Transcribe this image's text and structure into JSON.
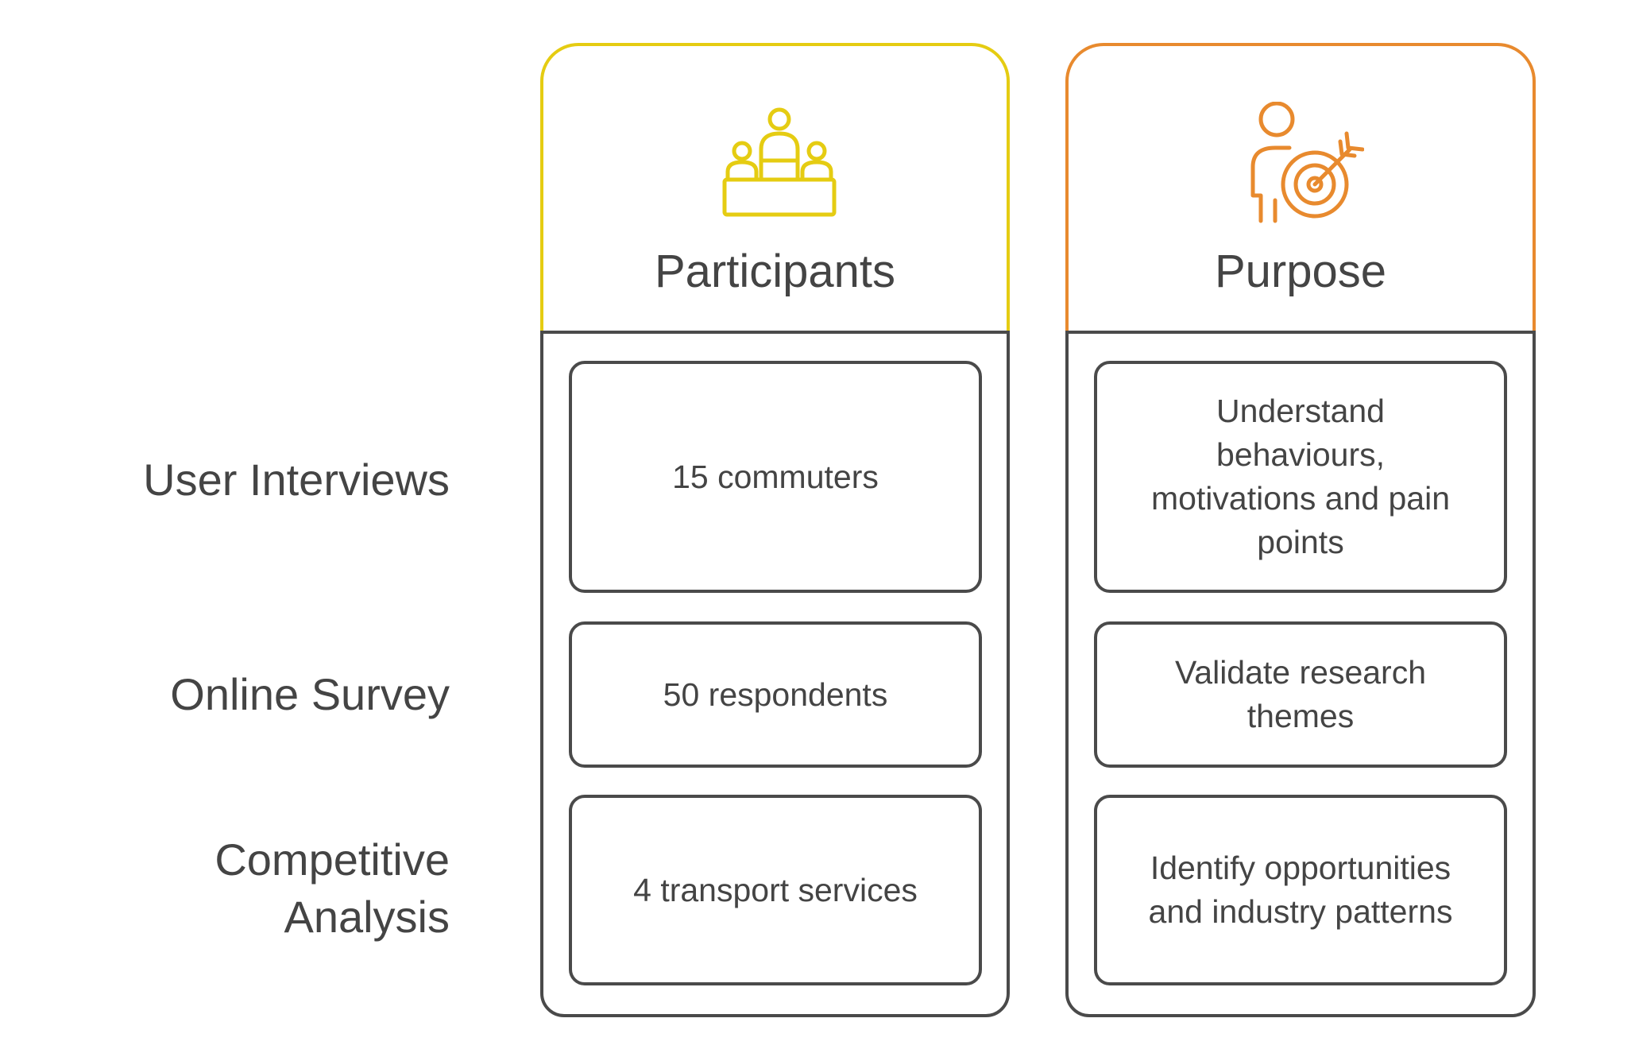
{
  "rows": [
    {
      "label": "User Interviews"
    },
    {
      "label": "Online Survey"
    },
    {
      "label": "Competitive Analysis"
    }
  ],
  "columns": [
    {
      "title": "Participants",
      "icon": "podium-people-icon",
      "accent": "#E5CC12",
      "cells": [
        "15 commuters",
        "50 respondents",
        "4 transport services"
      ]
    },
    {
      "title": "Purpose",
      "icon": "person-target-icon",
      "accent": "#E88A2E",
      "cells": [
        "Understand behaviours, motivations and pain points",
        "Validate research themes",
        "Identify opportunities and industry patterns"
      ]
    }
  ],
  "colors": {
    "border": "#4A4A4A",
    "text": "#444444"
  }
}
